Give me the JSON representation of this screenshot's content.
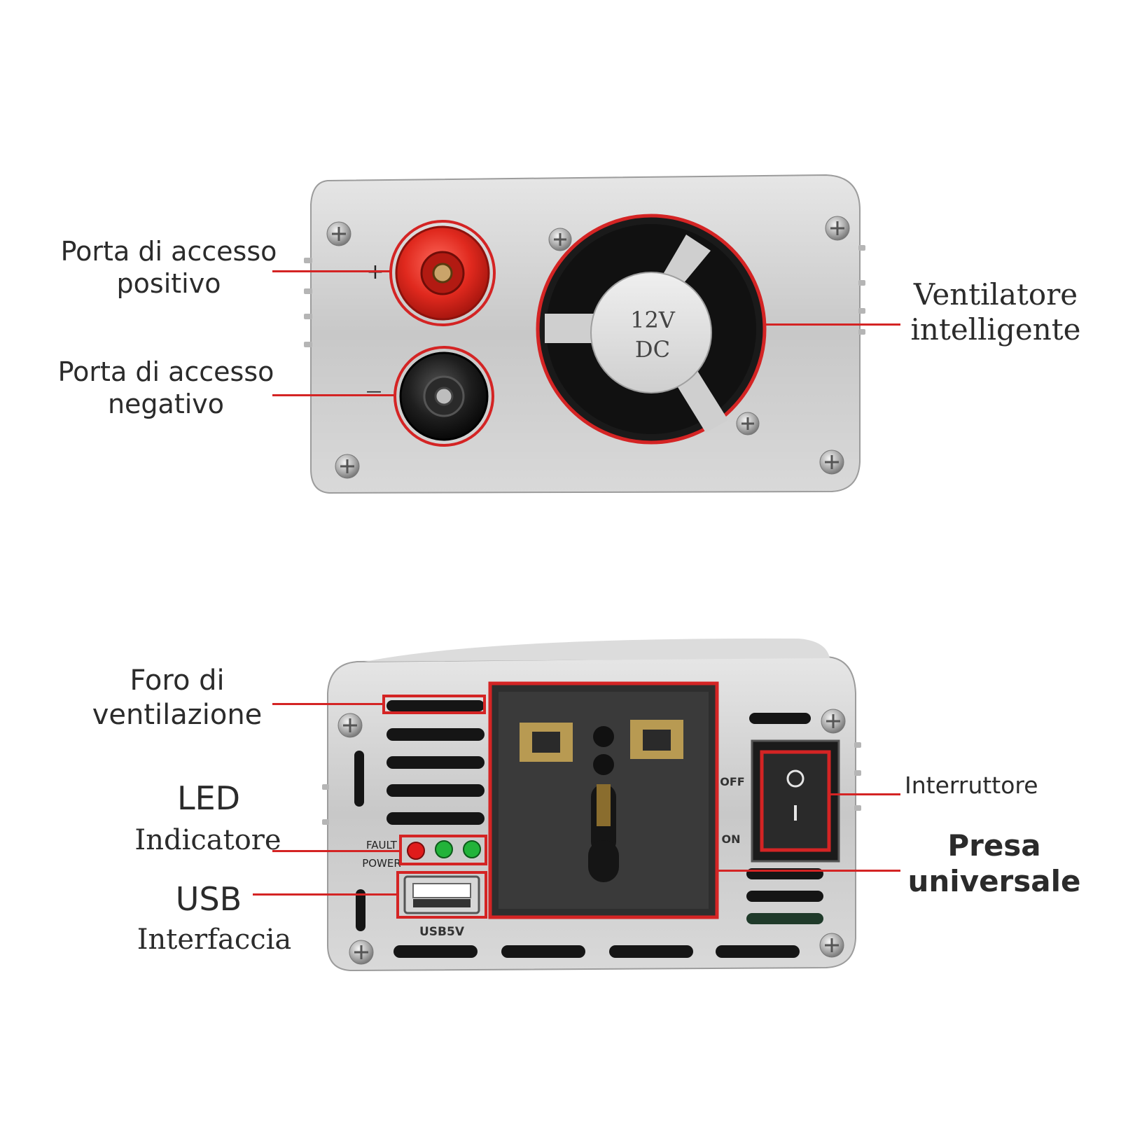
{
  "top_panel": {
    "labels": {
      "positive_port": [
        "Porta di accesso",
        "positivo"
      ],
      "negative_port": [
        "Porta di accesso",
        "negativo"
      ],
      "smart_fan": [
        "Ventilatore",
        "intelligente"
      ]
    },
    "terminal_marks": {
      "plus": "+",
      "minus": "—"
    },
    "fan_text": [
      "12V",
      "DC"
    ]
  },
  "bottom_panel": {
    "labels": {
      "vent_hole": [
        "Foro di",
        "ventilazione"
      ],
      "led": [
        "LED",
        "Indicatore"
      ],
      "usb": [
        "USB",
        "Interfaccia"
      ],
      "switch": "Interruttore",
      "socket": [
        "Presa",
        "universale"
      ]
    },
    "printed": {
      "fault": "FAULT",
      "power": "POWER",
      "usb5v": "USB5V",
      "off": "OFF",
      "on": "ON"
    }
  },
  "colors": {
    "callout": "#d42424",
    "housing": "#c9c9c9",
    "led_red": "#e01b1b",
    "led_green": "#22b33a"
  }
}
